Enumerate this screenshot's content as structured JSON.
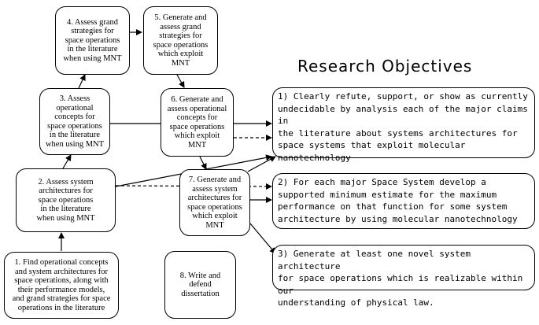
{
  "heading": "Research Objectives",
  "steps": {
    "s1": "1. Find operational concepts\nand system architectures for\nspace operations, along with\ntheir performance models,\nand grand strategies for space\noperations in the literature",
    "s2": "2. Assess system\narchitectures for\nspace operations\nin the literature\nwhen using MNT",
    "s3": "3. Assess\noperational\nconcepts for\nspace operations\nin the literature\nwhen using MNT",
    "s4": "4. Assess grand\nstrategies for\nspace operations\nin the literature\nwhen using MNT",
    "s5": "5. Generate and\nassess grand\nstrategies for\nspace operations\nwhich exploit\nMNT",
    "s6": "6. Generate and\nassess operational\nconcepts for\nspace operations\nwhich exploit\nMNT",
    "s7": "7. Generate and\nassess system\narchitectures for\nspace operations\nwhich exploit\nMNT",
    "s8": "8. Write and\ndefend\ndissertation"
  },
  "objectives": {
    "o1": "1) Clearly refute, support, or show as currently\nundecidable by analysis each of the major claims in\nthe literature about systems architectures for\nspace systems that exploit molecular\nnanotechnology",
    "o2": "2) For each major Space System develop a\nsupported minimum estimate for the maximum\nperformance on that function for some system\narchitecture by using molecular nanotechnology",
    "o3": "3) Generate at least one novel system architecture\nfor space operations which is realizable within our\nunderstanding of physical law."
  }
}
